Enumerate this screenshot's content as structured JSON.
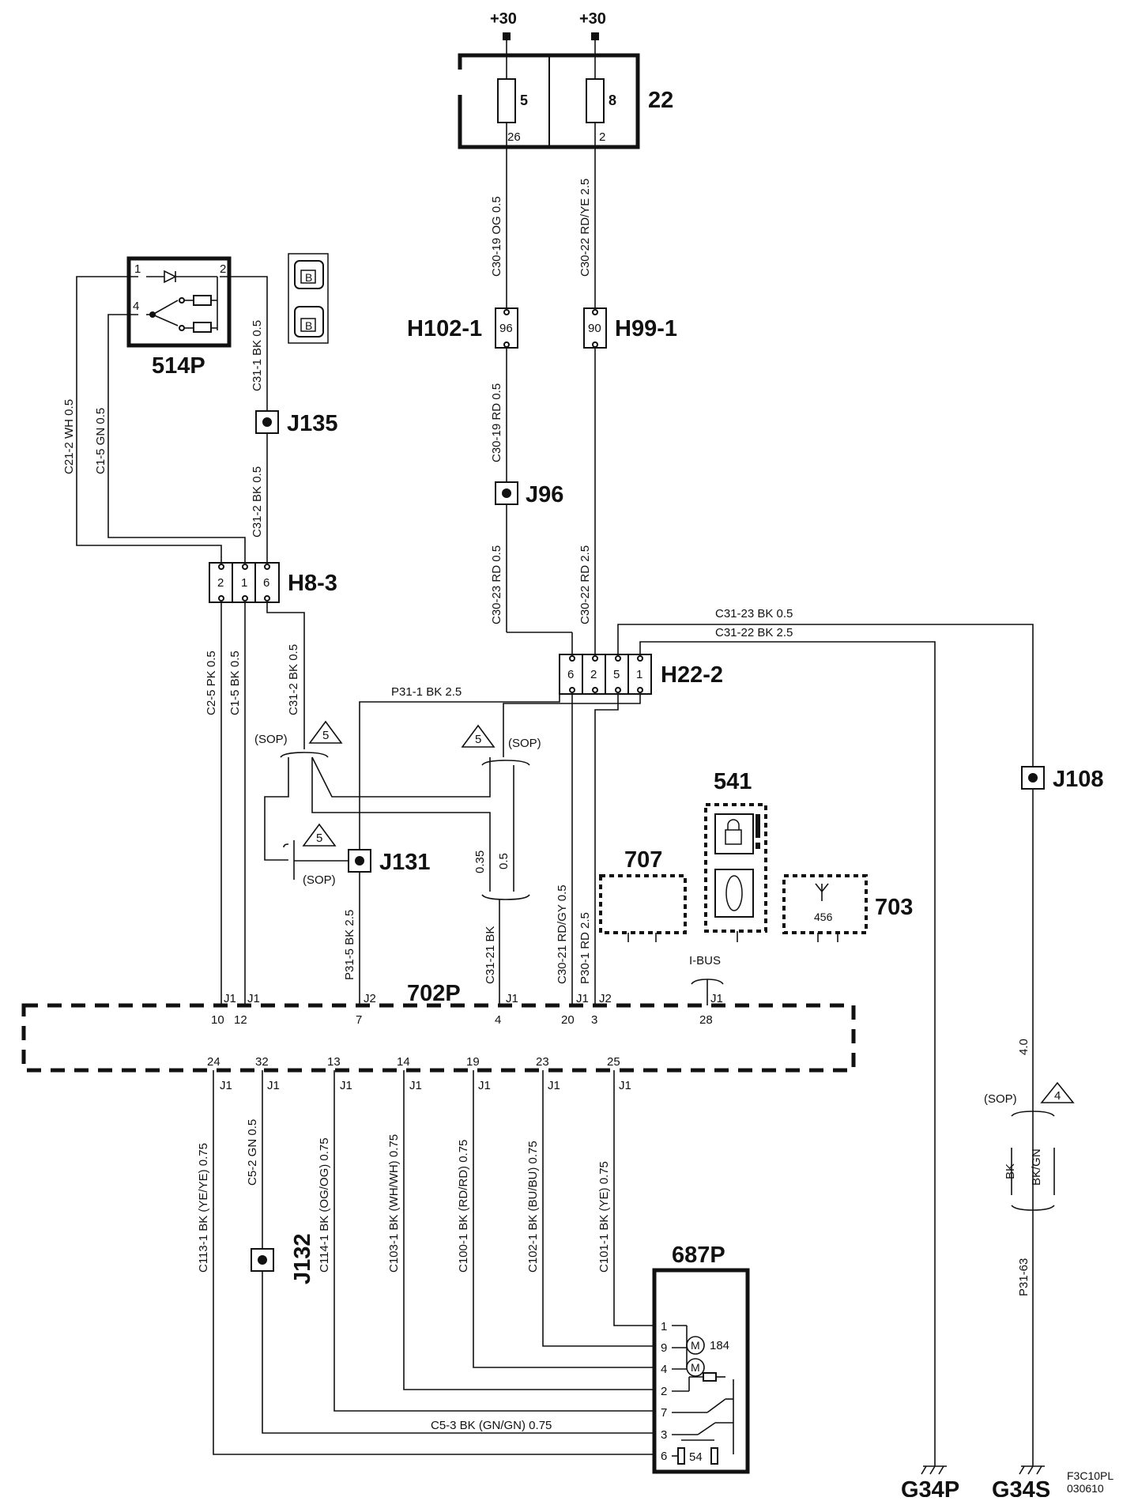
{
  "supply": {
    "left": "+30",
    "right": "+30"
  },
  "fusebox": {
    "id": "22",
    "fuse_a": "5",
    "fuse_a_pin": "26",
    "fuse_b": "8",
    "fuse_b_pin": "2"
  },
  "wires": {
    "c30_19_og": "C30-19  OG  0.5",
    "c30_22_rdye": "C30-22  RD/YE  2.5",
    "c30_19_rd": "C30-19  RD  0.5",
    "c30_23_rd": "C30-23  RD  0.5",
    "c30_22_rd": "C30-22  RD  2.5",
    "c31_23": "C31-23  BK  0.5",
    "c31_22": "C31-22  BK    2.5",
    "p31_1": "P31-1  BK  2.5",
    "c21_2": "C21-2  WH  0.5",
    "c1_5_gn": "C1-5  GN  0.5",
    "c31_1": "C31-1  BK  0.5",
    "c31_2a": "C31-2  BK  0.5",
    "c2_5": "C2-5  PK  0.5",
    "c1_5_bk": "C1-5  BK  0.5",
    "c31_2b": "C31-2  BK  0.5",
    "p31_5": "P31-5  BK  2.5",
    "v035": "0.35",
    "v05": "0.5",
    "c31_21": "C31-21  BK",
    "c30_21": "C30-21  RD/GY  0.5",
    "p30_1": "P30-1  RD  2.5",
    "c113": "C113-1  BK  (YE/YE)  0.75",
    "c5_2": "C5-2  GN  0.5",
    "c114": "C114-1  BK  (OG/OG)  0.75",
    "c103": "C103-1  BK  (WH/WH)  0.75",
    "c100": "C100-1  BK  (RD/RD)  0.75",
    "c102": "C102-1  BK  (BU/BU)  0.75",
    "c101": "C101-1  BK  (YE)  0.75",
    "c5_3": "C5-3  BK  (GN/GN)  0.75",
    "v40": "4.0",
    "bk": "BK",
    "bkgn": "BK/GN",
    "p31_63": "P31-63"
  },
  "connectors": {
    "h102": "H102-1",
    "h102_pin": "96",
    "h99": "H99-1",
    "h99_pin": "90",
    "h8": "H8-3",
    "h8_pins": [
      "2",
      "1",
      "6"
    ],
    "h22": "H22-2",
    "h22_pins": [
      "6",
      "2",
      "5",
      "1"
    ]
  },
  "joints": {
    "j135": "J135",
    "j96": "J96",
    "j131": "J131",
    "j108": "J108",
    "j132": "J132"
  },
  "components": {
    "c514": "514P",
    "c514_pins": [
      "1",
      "2",
      "4"
    ],
    "c541": "541",
    "c707": "707",
    "c703": "703",
    "c703_num": "456",
    "c702": "702P",
    "c687": "687P",
    "c687_pins": [
      "1",
      "9",
      "4",
      "2",
      "7",
      "3",
      "6"
    ],
    "motor_label": "M",
    "motor_num": "184",
    "c54": "54",
    "ibus": "I-BUS",
    "lock_b": "B"
  },
  "sop": {
    "label": "(SOP)",
    "note5": "5",
    "note4": "4"
  },
  "pins_top": [
    {
      "conn": "J1",
      "pin": "10"
    },
    {
      "conn": "J1",
      "pin": "12"
    },
    {
      "conn": "J2",
      "pin": "7"
    },
    {
      "conn": "J1",
      "pin": "4"
    },
    {
      "conn": "J1",
      "pin": "20"
    },
    {
      "conn": "J2",
      "pin": "3"
    },
    {
      "conn": "J1",
      "pin": "28"
    }
  ],
  "pins_bottom": [
    {
      "conn": "J1",
      "pin": "24"
    },
    {
      "conn": "J1",
      "pin": "32"
    },
    {
      "conn": "J1",
      "pin": "13"
    },
    {
      "conn": "J1",
      "pin": "14"
    },
    {
      "conn": "J1",
      "pin": "19"
    },
    {
      "conn": "J1",
      "pin": "23"
    },
    {
      "conn": "J1",
      "pin": "25"
    }
  ],
  "grounds": {
    "g1": "G34P",
    "g2": "G34S"
  },
  "ref": {
    "line1": "F3C10PL",
    "line2": "030610"
  }
}
